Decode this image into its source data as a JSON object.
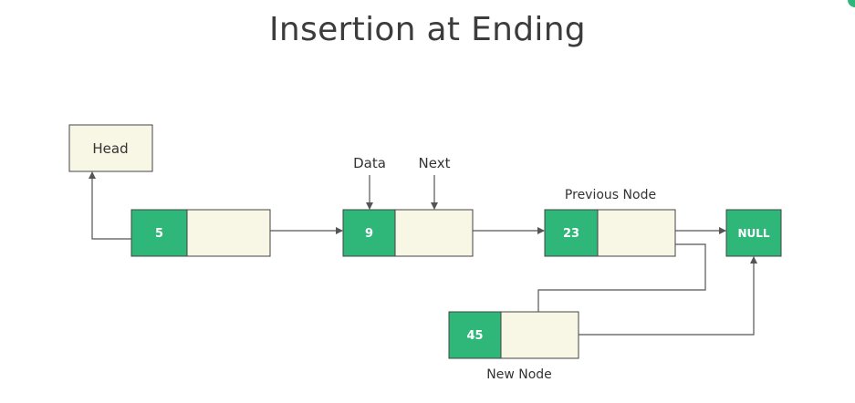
{
  "title": "Insertion at Ending",
  "labels": {
    "head": "Head",
    "data": "Data",
    "next": "Next",
    "previous_node": "Previous Node",
    "new_node": "New Node"
  },
  "nodes": [
    {
      "id": "node-5",
      "value": "5"
    },
    {
      "id": "node-9",
      "value": "9"
    },
    {
      "id": "node-23",
      "value": "23"
    },
    {
      "id": "node-45",
      "value": "45"
    }
  ],
  "null_label": "NULL",
  "colors": {
    "data_cell": "#2fb679",
    "next_cell": "#f8f6e4",
    "head_box": "#f8f6e4",
    "null_box": "#2fb679",
    "line": "#555555",
    "title": "#3c3c3c"
  }
}
